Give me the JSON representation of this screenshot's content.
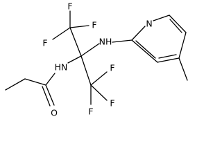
{
  "molecule": {
    "atoms": {
      "f1": "F",
      "f2": "F",
      "f3": "F",
      "f4": "F",
      "f5": "F",
      "f6": "F",
      "nh_amide": "HN",
      "nh_amine": "NH",
      "n_pyridine": "N",
      "o_carbonyl": "O"
    }
  }
}
